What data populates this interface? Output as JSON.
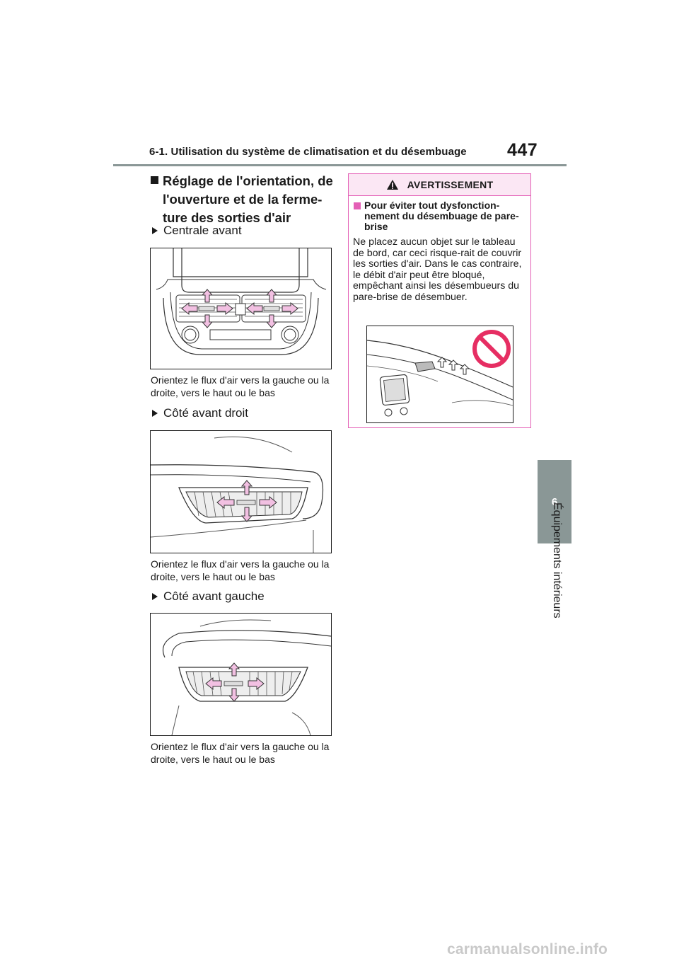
{
  "header": {
    "section": "6-1. Utilisation du système de climatisation et du désembuage",
    "page_number": "447"
  },
  "side_tab": {
    "number": "6",
    "label": "Équipements intérieurs"
  },
  "main": {
    "heading": "Réglage de l'orientation, de l'ouverture et de la ferme-ture des sorties d'air",
    "items": [
      {
        "title": "Centrale avant",
        "caption": "Orientez le flux d'air vers la gauche ou la droite, vers le haut ou le bas"
      },
      {
        "title": "Côté avant droit",
        "caption": "Orientez le flux d'air vers la gauche ou la droite, vers le haut ou le bas"
      },
      {
        "title": "Côté avant gauche",
        "caption": "Orientez le flux d'air vers la gauche ou la droite, vers le haut ou le bas"
      }
    ]
  },
  "warning": {
    "title": "AVERTISSEMENT",
    "subtitle": "Pour éviter tout dysfonction-nement du désembuage de pare-brise",
    "body": "Ne placez aucun objet sur le tableau de bord, car ceci risque-rait de couvrir les sorties d'air. Dans le cas contraire, le débit d'air peut être bloqué, empêchant ainsi les désembueurs du pare-brise de désembuer."
  },
  "footer": {
    "watermark": "carmanualsonline.info"
  },
  "colors": {
    "accent_gray": "#8a9796",
    "warning_pink": "#e45fb6",
    "warning_header_bg": "#fbe7f4",
    "arrow_fill": "#f2c0e2",
    "prohibit_red": "#e62e63"
  },
  "icons": [
    "warning-triangle-icon",
    "square-bullet-icon",
    "triangle-bullet-icon",
    "prohibition-icon",
    "direction-arrow-icon"
  ]
}
